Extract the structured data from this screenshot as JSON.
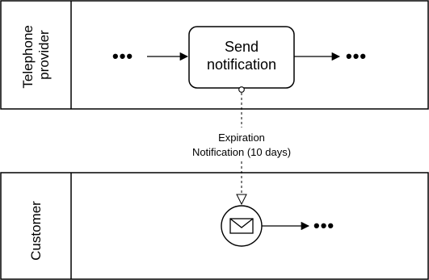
{
  "pools": {
    "provider": {
      "label_line1": "Telephone",
      "label_line2": "provider"
    },
    "customer": {
      "label": "Customer"
    }
  },
  "task": {
    "label_line1": "Send",
    "label_line2": "notification"
  },
  "message_flow": {
    "label_line1": "Expiration",
    "label_line2": "Notification (10 days)"
  },
  "ellipsis": {
    "provider_before": "•••",
    "provider_after": "•••",
    "customer_after": "•••"
  },
  "event": {
    "icon": "envelope-icon"
  }
}
